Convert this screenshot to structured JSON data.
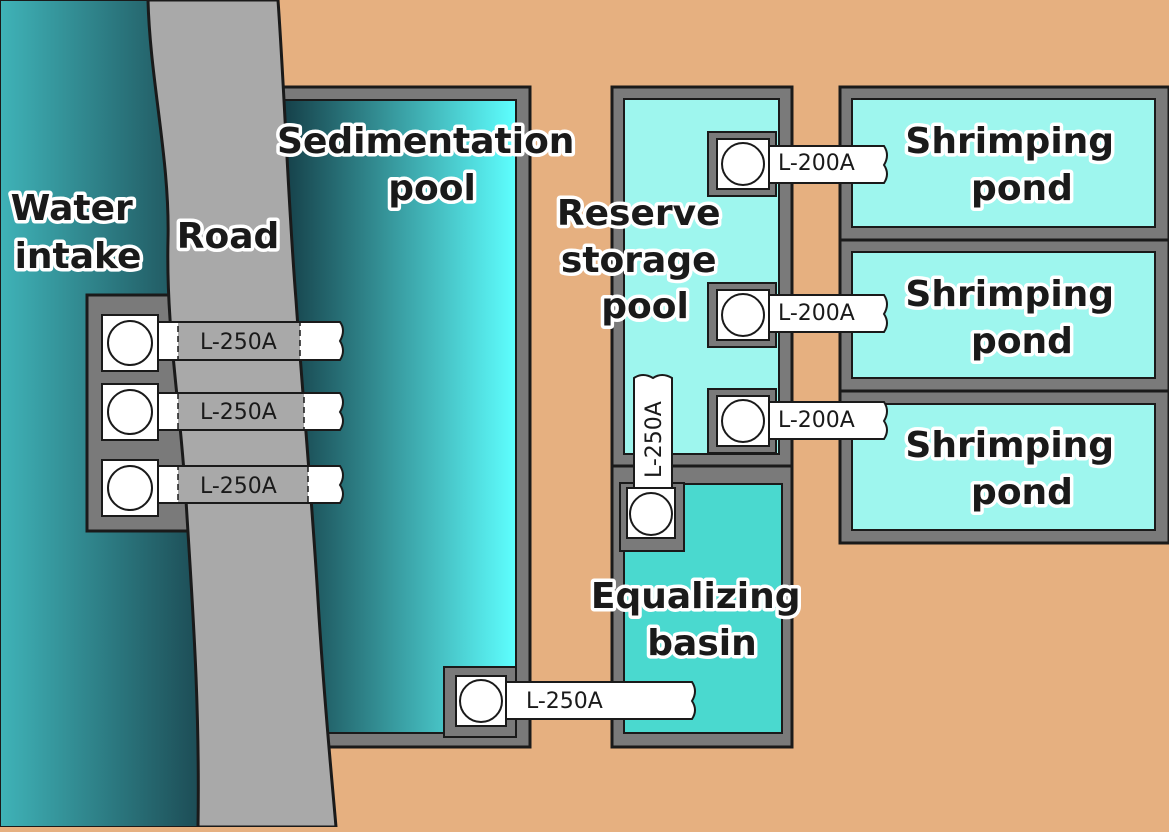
{
  "colors": {
    "ground": "#e6b080",
    "road": "#a9a9a9",
    "wall": "#7a7a7a",
    "outline": "#1a1a1a",
    "pond_water": "#9ef6ee",
    "equalizing_water": "#4ad9cf",
    "intake_water_dark": "#1d4d56",
    "intake_water_light": "#3fb3b8",
    "sedimentation_dark": "#153f48",
    "sedimentation_light": "#5effff",
    "pipe": "#ffffff"
  },
  "areas": {
    "water_intake": [
      "Water",
      "intake"
    ],
    "road": [
      "Road"
    ],
    "sedimentation_pool": [
      "Sedimentation",
      "pool"
    ],
    "reserve_storage_pool": [
      "Reserve",
      "storage",
      "pool"
    ],
    "equalizing_basin": [
      "Equalizing",
      "basin"
    ],
    "shrimping_ponds": [
      [
        "Shrimping",
        "pond"
      ],
      [
        "Shrimping",
        "pond"
      ],
      [
        "Shrimping",
        "pond"
      ]
    ]
  },
  "pipes": {
    "intake_1": "L-250A",
    "intake_2": "L-250A",
    "intake_3": "L-250A",
    "sedimentation_outlet": "L-250A",
    "equalizing_to_reserve": "L-250A",
    "reserve_to_pond_1": "L-200A",
    "reserve_to_pond_2": "L-200A",
    "reserve_to_pond_3": "L-200A"
  }
}
